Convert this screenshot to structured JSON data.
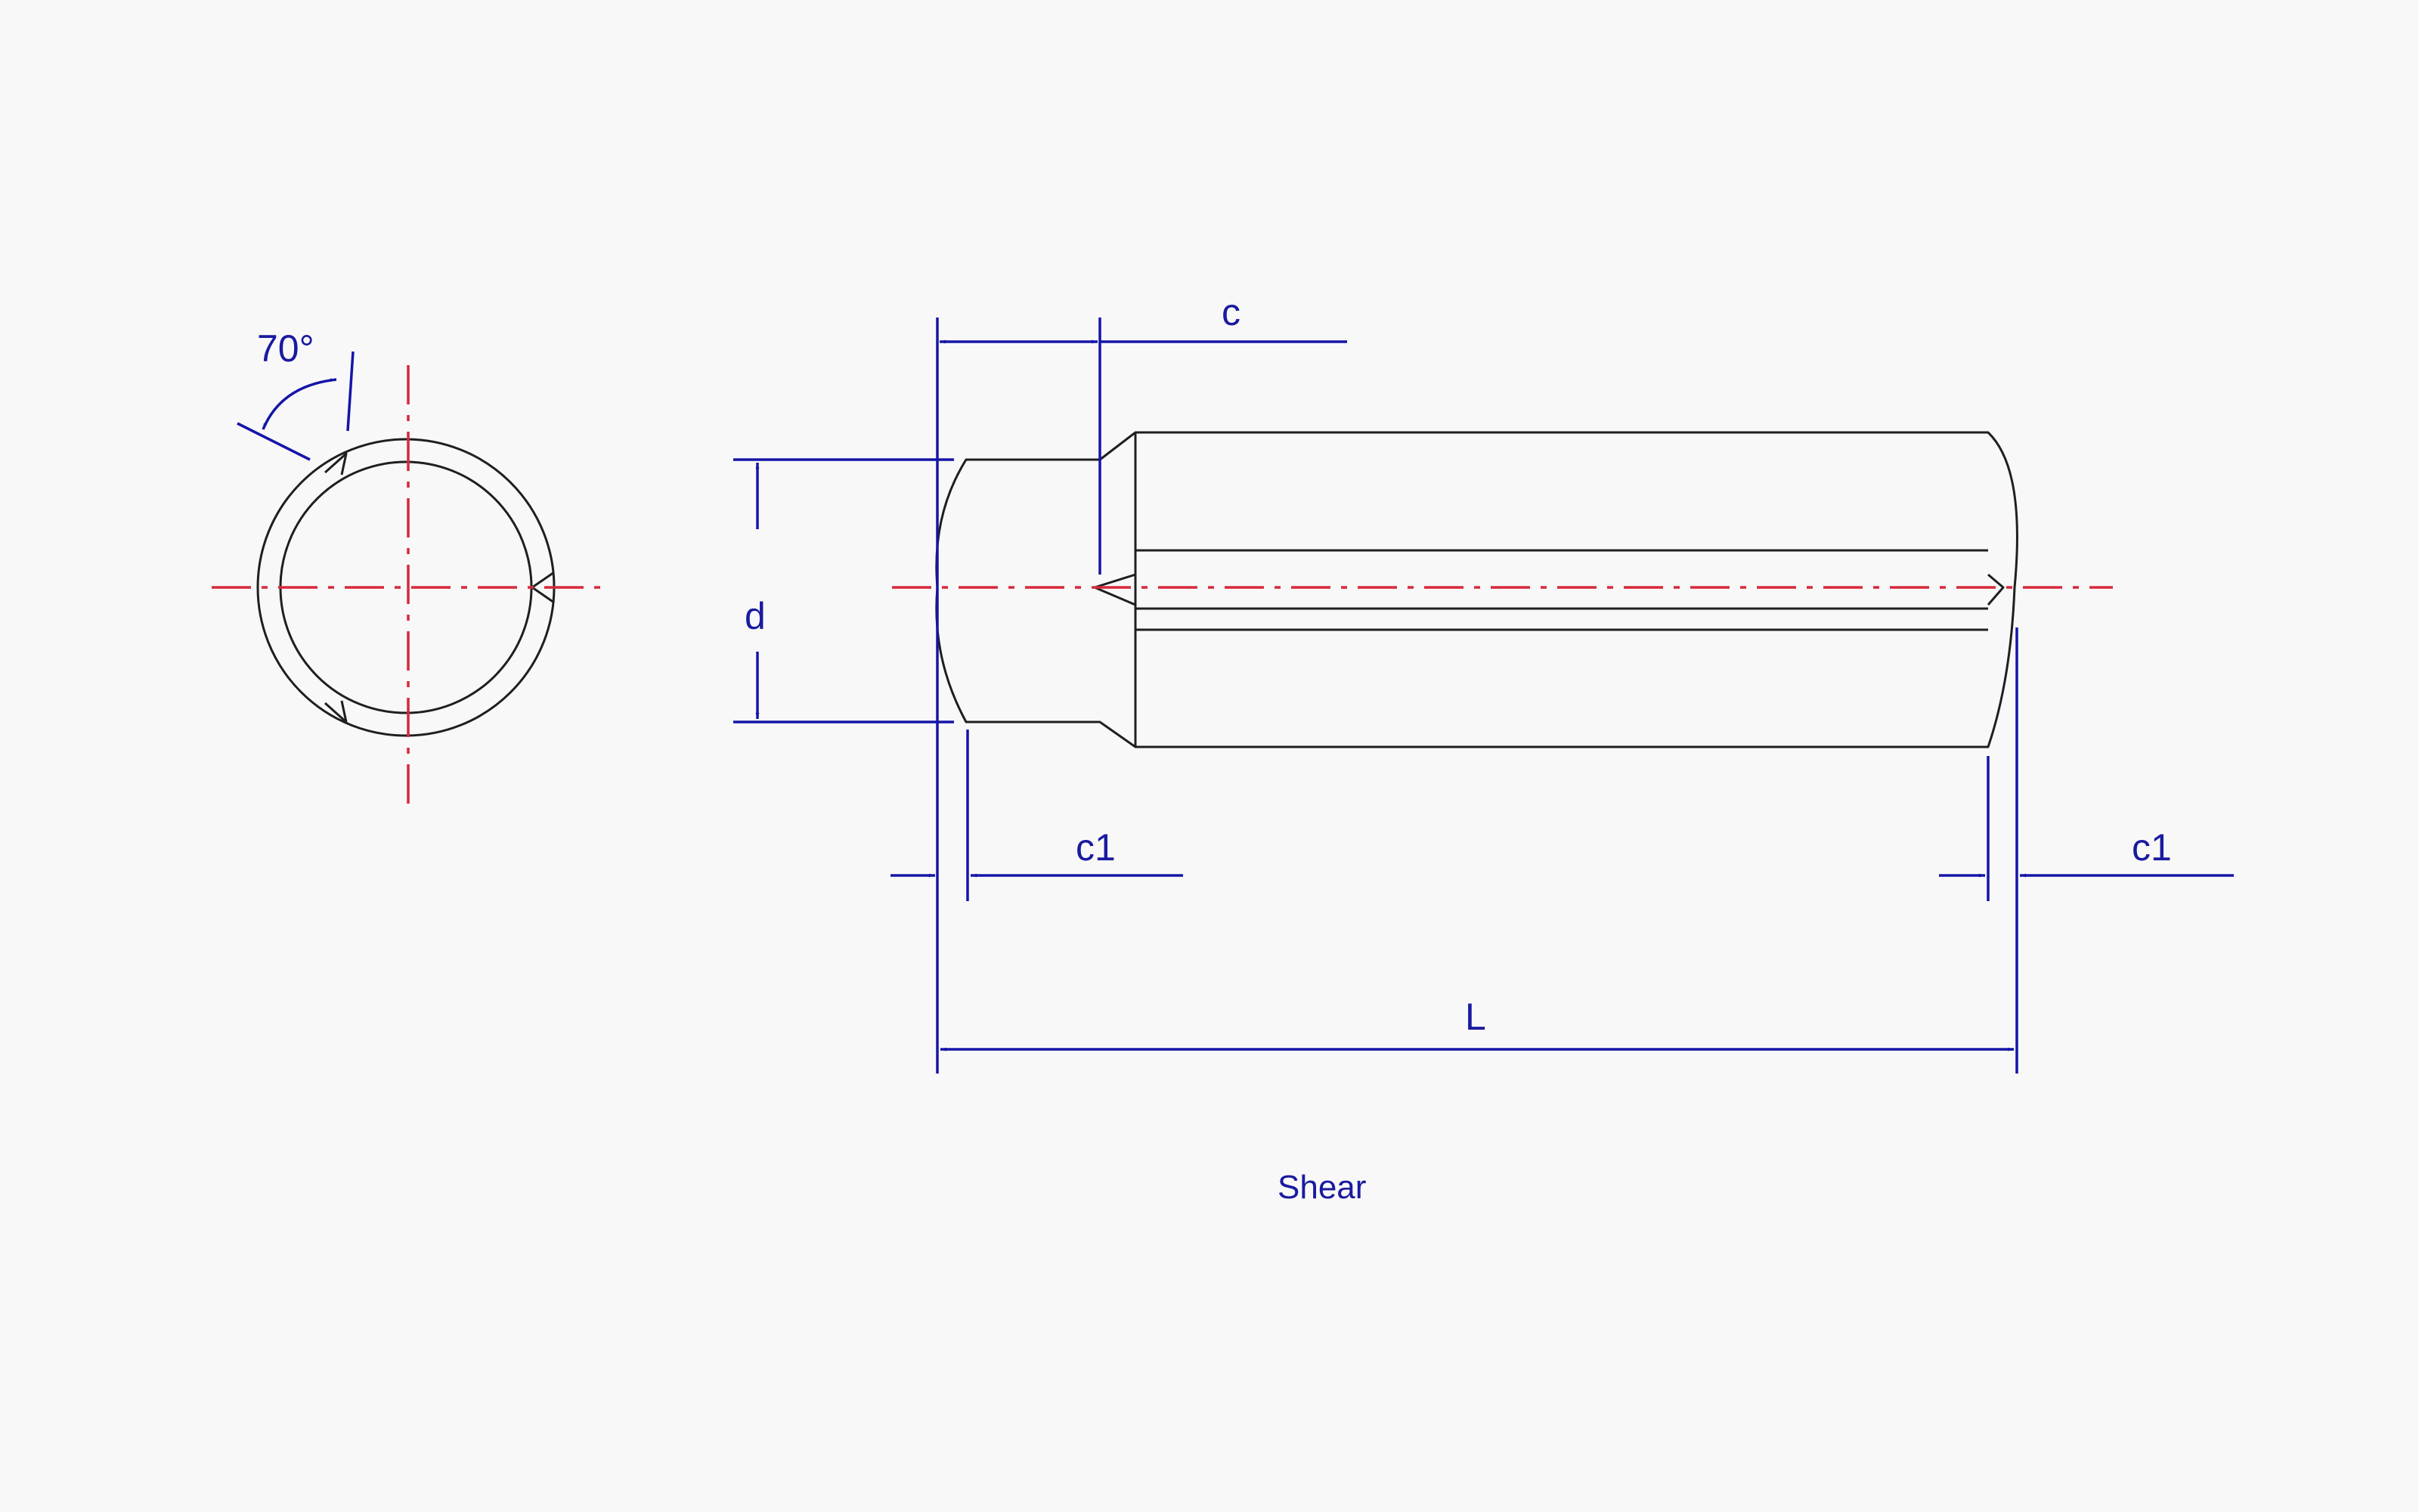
{
  "labels": {
    "angle": "70°",
    "c": "c",
    "d": "d",
    "c1_left": "c1",
    "c1_right": "c1",
    "L": "L",
    "caption": "Shear"
  },
  "colors": {
    "outline": "#1f1f1f",
    "centerline": "#d8283a",
    "dimension": "#1515a8",
    "background": "#f8f8f8"
  }
}
